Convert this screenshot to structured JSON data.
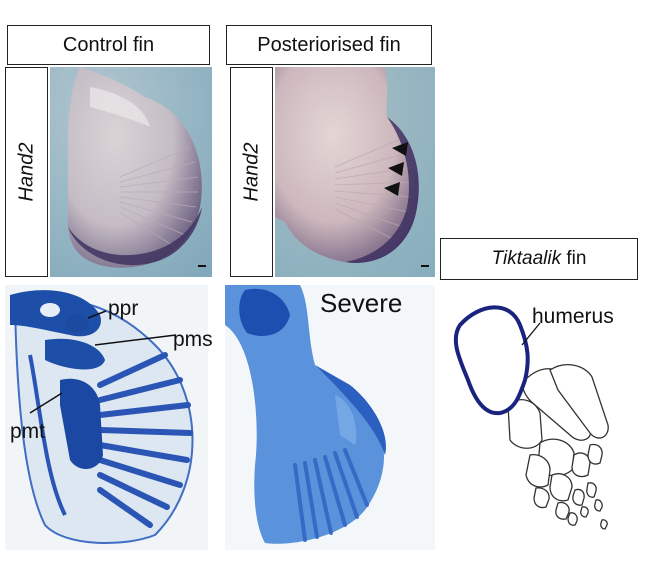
{
  "panels": {
    "control": {
      "title": "Control fin",
      "gene": "Hand2"
    },
    "posteriorised": {
      "title": "Posteriorised fin",
      "gene": "Hand2"
    },
    "tiktaalik": {
      "title_italic": "Tiktaalik",
      "title_rest": " fin"
    }
  },
  "labels": {
    "ppr": "ppr",
    "pms": "pms",
    "pmt": "pmt",
    "severe": "Severe",
    "humerus": "humerus"
  },
  "colors": {
    "photo_bg": "#8fb3c4",
    "stain_purple": "#4a3d68",
    "cartilage_blue": "#1f54b8",
    "humerus_outline": "#1a237e"
  },
  "icons": {
    "arrowheads": "arrowhead-icon"
  }
}
